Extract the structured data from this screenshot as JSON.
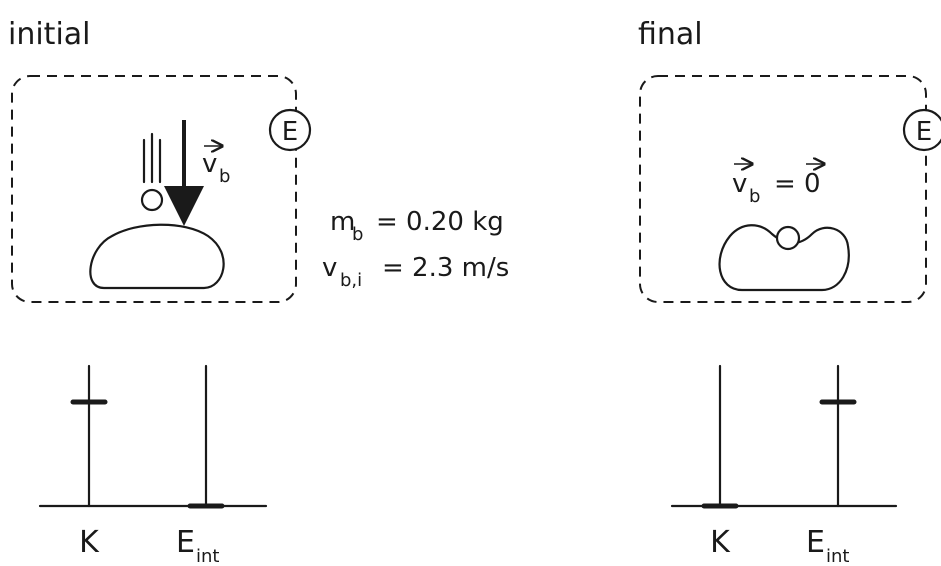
{
  "initial": {
    "title": "initial",
    "env_symbol": "E",
    "velocity_symbol": "v",
    "velocity_subscript": "b",
    "bar_labels": {
      "k": "K",
      "e_main": "E",
      "e_sub": "int"
    },
    "energy_levels": {
      "K": "high",
      "E_int": "zero"
    }
  },
  "final": {
    "title": "final",
    "env_symbol": "E",
    "velocity_symbol": "v",
    "velocity_subscript": "b",
    "velocity_equals": "= 0",
    "bar_labels": {
      "k": "K",
      "e_main": "E",
      "e_sub": "int"
    },
    "energy_levels": {
      "K": "zero",
      "E_int": "high"
    }
  },
  "given": {
    "mass_symbol": "m",
    "mass_subscript": "b",
    "mass_value": "= 0.20 kg",
    "speed_symbol": "v",
    "speed_subscript": "b,i",
    "speed_value": "= 2.3 m/s"
  }
}
